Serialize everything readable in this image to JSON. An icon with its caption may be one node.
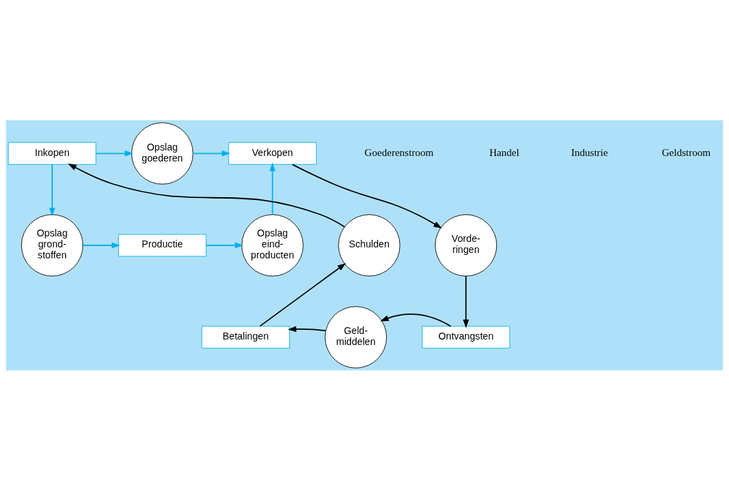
{
  "diagram": {
    "nodes": [
      {
        "text": [
          "Inkopen"
        ]
      },
      {
        "text": [
          "Opslag goederen"
        ]
      },
      {
        "text": [
          "Verkopen"
        ]
      },
      {
        "text": [
          "Opslag grond- stoffen"
        ]
      },
      {
        "text": [
          "Productie"
        ]
      },
      {
        "text": [
          "Opslag eind- producten"
        ]
      },
      {
        "text": [
          "Vorde- ringen"
        ]
      },
      {
        "text": [
          "Ontvangsten"
        ]
      },
      {
        "text": [
          "Geld- middelen"
        ]
      },
      {
        "text": [
          "Betalingen"
        ]
      },
      {
        "text": [
          "Schulden"
        ]
      }
    ],
    "edges": [
      {
        "from": 0,
        "to": 1,
        "arrow": "to",
        "color": "#00aeef"
      },
      {
        "from": 1,
        "to": 2,
        "arrow": "to",
        "color": "#00aeef"
      },
      {
        "from": 0,
        "to": 3,
        "arrow": "to",
        "color": "#00aeef"
      },
      {
        "from": 3,
        "to": 4,
        "arrow": "to",
        "color": "#00aeef"
      },
      {
        "from": 4,
        "to": 5,
        "arrow": "to",
        "color": "#00aeef"
      },
      {
        "from": 5,
        "to": 2,
        "arrow": "to",
        "color": "#00aeef"
      },
      {
        "from": 2,
        "to": 6,
        "arrow": "to",
        "color": "#000000"
      },
      {
        "from": 6,
        "to": 7,
        "arrow": "to",
        "color": "#000000"
      },
      {
        "from": 7,
        "to": 8,
        "arrow": "to",
        "color": "#000000"
      },
      {
        "from": 8,
        "to": 9,
        "arrow": "to",
        "color": "#000000"
      },
      {
        "from": 9,
        "to": 10,
        "arrow": "to",
        "color": "#000000"
      },
      {
        "from": 10,
        "to": 0,
        "arrow": "to",
        "color": "#000000"
      }
    ],
    "labels": [
      "Goederenstroom",
      "Handel",
      "Industrie",
      "Geldstroom"
    ]
  }
}
